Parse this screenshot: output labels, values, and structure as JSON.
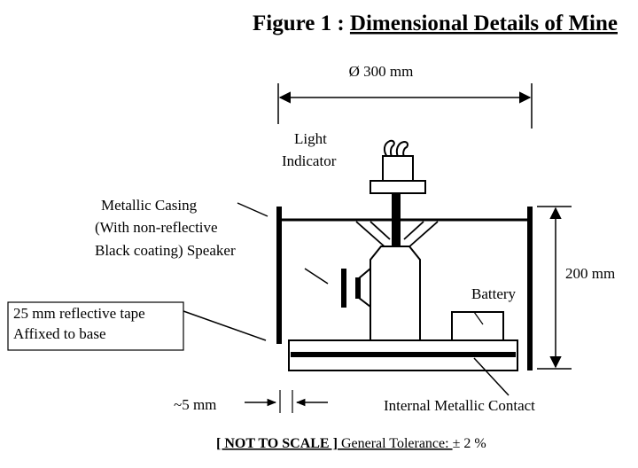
{
  "title": {
    "prefix": "Figure  1  : ",
    "main": "Dimensional Details of Mine"
  },
  "dimensions": {
    "diameter": "Ø 300 mm",
    "height": "200 mm",
    "gap": "~5 mm"
  },
  "labels": {
    "light_indicator_line1": "Light",
    "light_indicator_line2": "Indicator",
    "casing_line1": "Metallic Casing",
    "casing_line2": "(With non-reflective",
    "casing_line3": "Black coating) Speaker",
    "tape_line1": "25 mm reflective tape",
    "tape_line2": "Affixed to base",
    "battery": "Battery",
    "contact": "Internal Metallic Contact"
  },
  "footer": {
    "scale_note": "[ NOT TO SCALE ]",
    "tolerance_prefix": " General Tolerance: ",
    "tolerance_value": "± 2 %"
  }
}
